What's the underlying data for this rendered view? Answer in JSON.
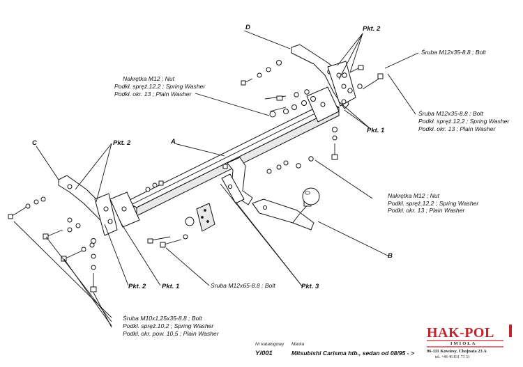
{
  "part_letters": {
    "a": "A",
    "b": "B",
    "c": "C",
    "d": "D"
  },
  "points": {
    "top_pkt2": "Pkt. 2",
    "top_pkt1": "Pkt. 1",
    "left_pkt2_top": "Pkt. 2",
    "left_pkt2_bottom": "Pkt. 2",
    "left_pkt1_bottom": "Pkt. 1",
    "pkt3": "Pkt. 3"
  },
  "callouts": {
    "nut_top": [
      "Nakrętka  M12 ; Nut",
      "Podkł. spręż.12,2 ; Spring Washer",
      "Podkł. okr. 13 ; Plain Washer"
    ],
    "bolt_top": [
      "Śruba M12x35-8.8 ;  Bolt"
    ],
    "bolt_right": [
      "Śruba M12x35-8.8 ;  Bolt",
      "Podkł. spręż.12,2 ; Spring Washer",
      "Podkł. okr. 13 ; Plain Washer"
    ],
    "nut_mid": [
      "Nakrętka  M12 ; Nut",
      "Podkł. spręż.12,2 ; Spring Washer",
      "Podkł. okr. 13 ; Plain Washer"
    ],
    "bolt_m12x65": [
      "Śruba M12x65-8.8 ;  Bolt"
    ],
    "bolt_m10": [
      "Śruba M10x1,25x35-8.8 ;  Bolt",
      "Podkł. spręż.10,2 ; Spring Washer",
      "Podkł. okr. pow. 10,5 ; Plain Washer"
    ]
  },
  "footer": {
    "catalog_label": "Nr katalogowy",
    "catalog_value": "Y/001",
    "make_label": "Marka",
    "make_value": "Mitsubishi Carisma htb., sedan   od 08/95 - >"
  },
  "brand": {
    "name": "HAK-POL",
    "sub": "IMIOŁA",
    "address": "96-111 Kowiesy, Chojnata 23 A",
    "phone": "tel. +48 46 831 73 31",
    "color": "#c0242c"
  }
}
